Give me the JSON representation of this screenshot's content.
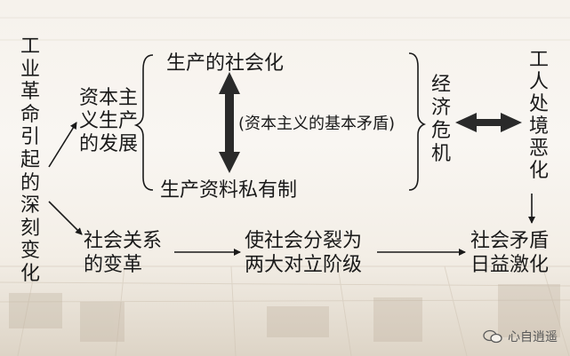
{
  "left_title": "工业革命引起的深刻变化",
  "node_capitalist_dev": "资本主\n义生产\n的发展",
  "node_socialization": "生产的社会化",
  "node_private_ownership": "生产资料私有制",
  "node_basic_contradiction": "(资本主义的基本矛盾)",
  "node_economic_crisis": "经济危机",
  "node_workers_worse": "工人处境恶化",
  "node_social_relations": "社会关系\n的变革",
  "node_society_split": "使社会分裂为\n两大对立阶级",
  "node_contradictions_intensify": "社会矛盾\n日益激化",
  "watermark": {
    "text": "心自逍遥",
    "icon": "chat-bubble-icon"
  }
}
